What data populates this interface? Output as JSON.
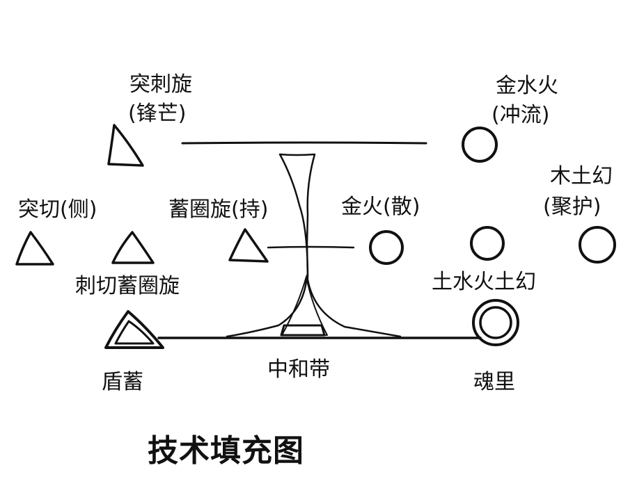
{
  "labels": {
    "thrust_rend_spin": "突刺旋",
    "edge": "(锋芒)",
    "thrust_cut_side": "突切(侧)",
    "charge_circle_spin_hold": "蓄圈旋(持)",
    "metal_fire_scatter": "金火(散)",
    "metal_water_fire": "金水火",
    "rush_flow": "(冲流)",
    "wood_earth_illusion": "木土幻",
    "gather_guard": "(聚护)",
    "rend_cut_charge_circle_spin": "刺切蓄圈旋",
    "earth_water_fire_earth_illusion": "土水火土幻",
    "shield_charge": "盾蓄",
    "neutral_band": "中和带",
    "soul_inside": "魂里"
  },
  "title": "技术填充图",
  "colors": {
    "ink": "#111111",
    "background": "#ffffff"
  }
}
